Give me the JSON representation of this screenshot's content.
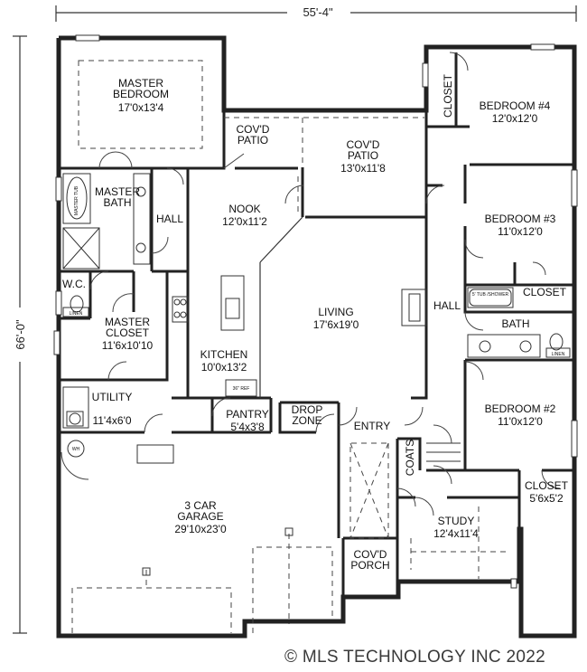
{
  "dimensions": {
    "width_label": "55'-4\"",
    "height_label": "66'-0\""
  },
  "rooms": {
    "master_bedroom": {
      "name": "MASTER\nBEDROOM",
      "size": "17'0x13'4"
    },
    "covd_patio_small": {
      "name": "COV'D\nPATIO"
    },
    "covd_patio": {
      "name": "COV'D\nPATIO",
      "size": "13'0x11'8"
    },
    "closet_top": {
      "name": "CLOSET"
    },
    "bedroom4": {
      "name": "BEDROOM #4",
      "size": "12'0x12'0"
    },
    "master_bath": {
      "name": "MASTER\nBATH"
    },
    "hall_left": {
      "name": "HALL"
    },
    "nook": {
      "name": "NOOK",
      "size": "12'0x11'2"
    },
    "bedroom3": {
      "name": "BEDROOM #3",
      "size": "11'0x12'0"
    },
    "wc": {
      "name": "W.C."
    },
    "living": {
      "name": "LIVING",
      "size": "17'6x19'0"
    },
    "hall_right": {
      "name": "HALL"
    },
    "closet_right": {
      "name": "CLOSET"
    },
    "master_closet": {
      "name": "MASTER\nCLOSET",
      "size": "11'6x10'10"
    },
    "bath": {
      "name": "BATH"
    },
    "kitchen": {
      "name": "KITCHEN",
      "size": "10'0x13'2"
    },
    "utility": {
      "name": "UTILITY",
      "size": "11'4x6'0"
    },
    "pantry": {
      "name": "PANTRY",
      "size": "5'4x3'8"
    },
    "drop_zone": {
      "name": "DROP\nZONE"
    },
    "entry": {
      "name": "ENTRY"
    },
    "bedroom2": {
      "name": "BEDROOM #2",
      "size": "11'0x12'0"
    },
    "coats": {
      "name": "COATS"
    },
    "closet_br2": {
      "name": "CLOSET",
      "size": "5'6x5'2"
    },
    "garage": {
      "name": "3 CAR\nGARAGE",
      "size": "29'10x23'0"
    },
    "study": {
      "name": "STUDY",
      "size": "12'4x11'4"
    },
    "covd_porch": {
      "name": "COV'D\nPORCH"
    }
  },
  "fixtures": {
    "tub_left": "MASTER\nTUB",
    "tub_bath": "5' TUB\n/SHOWER",
    "fridge": "36\" REF",
    "linen": "LINEN",
    "wh": "WH"
  },
  "watermark": "© MLS TECHNOLOGY INC 2022"
}
